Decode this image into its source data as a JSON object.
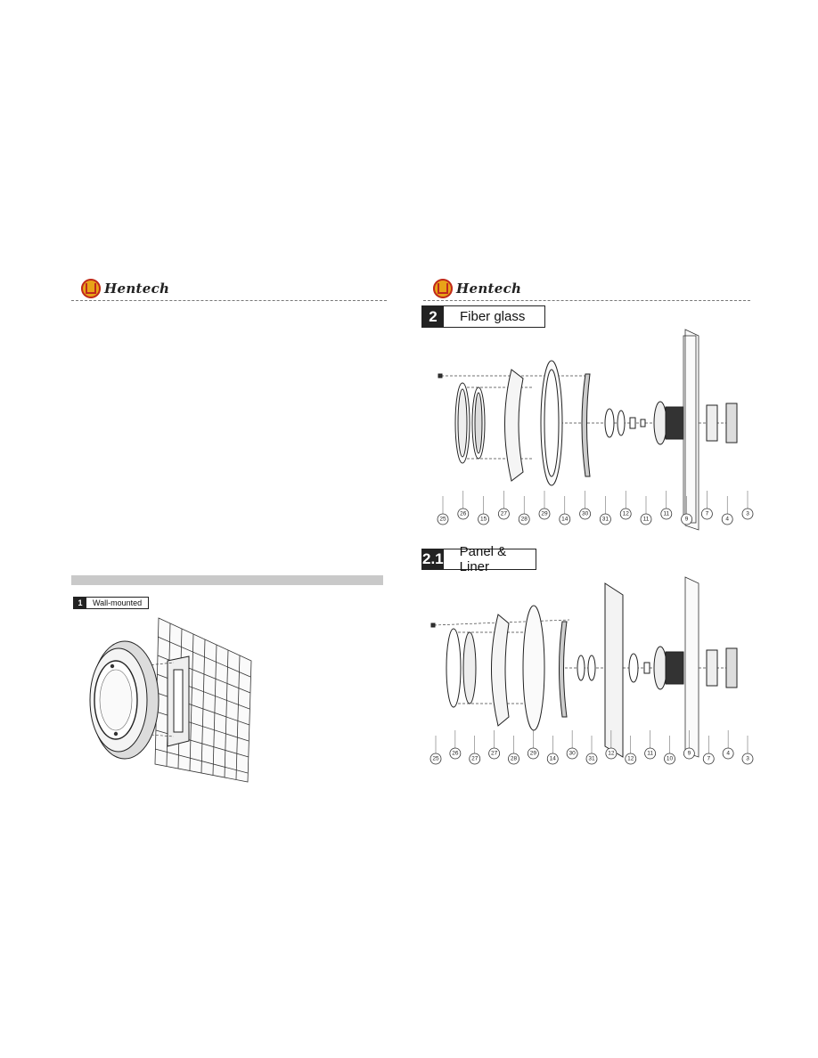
{
  "brand": {
    "name": "Hentech"
  },
  "left_page": {
    "section": {
      "number": "1",
      "title": "Wall-mounted"
    }
  },
  "right_page": {
    "section_fiber": {
      "number": "2",
      "title": "Fiber glass"
    },
    "section_panel": {
      "number": "2.1",
      "title": "Panel & Liner"
    },
    "fiber_callouts": [
      "25",
      "26",
      "15",
      "27",
      "28",
      "29",
      "14",
      "30",
      "31",
      "12",
      "11",
      "11",
      "9",
      "7",
      "4",
      "3"
    ],
    "panel_callouts": [
      "25",
      "26",
      "27",
      "27",
      "28",
      "29",
      "14",
      "30",
      "31",
      "12",
      "12",
      "11",
      "10",
      "9",
      "7",
      "4",
      "3"
    ]
  }
}
